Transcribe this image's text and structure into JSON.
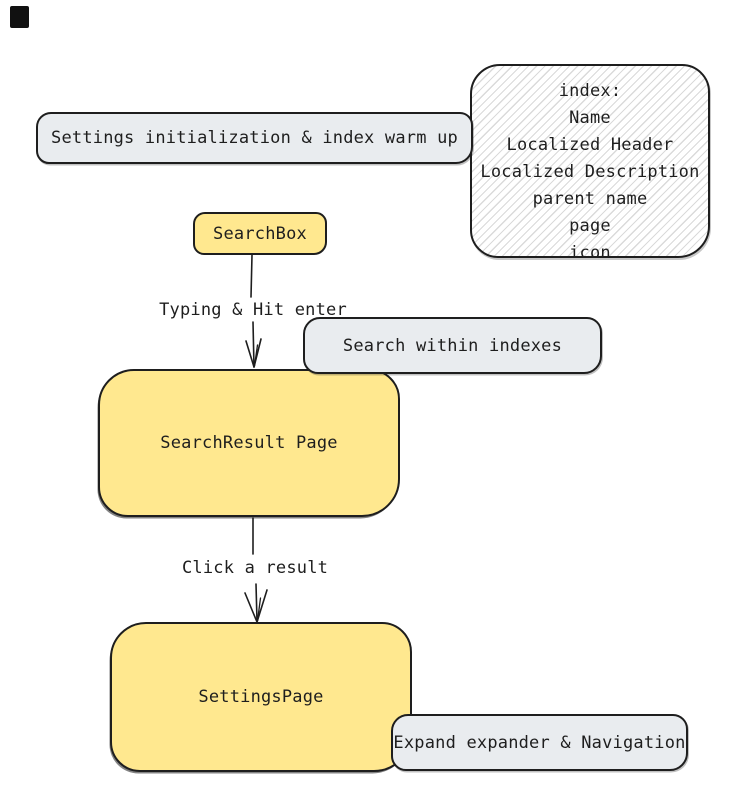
{
  "diagram": {
    "title_hint": "settings search flow",
    "colors": {
      "node_yellow": "#ffe88f",
      "node_gray": "#e9ecef",
      "stroke": "#1e1e1e",
      "hatch_line": "#dadada",
      "text": "#1e1e1e",
      "corner_marker": "#111111"
    },
    "nodes": {
      "settings_init": {
        "label": "Settings initialization & index warm up"
      },
      "index_note": {
        "lines": [
          "index:",
          "Name",
          "Localized Header",
          "Localized Description",
          "parent name",
          "page",
          "icon"
        ]
      },
      "search_box": {
        "label": "SearchBox"
      },
      "search_within": {
        "label": "Search within indexes"
      },
      "search_result": {
        "label": "SearchResult Page"
      },
      "settings_page": {
        "label": "SettingsPage"
      },
      "expand_nav": {
        "label": "Expand expander & Navigation"
      }
    },
    "edge_labels": {
      "typing": "Typing & Hit enter",
      "click": "Click a result"
    }
  }
}
